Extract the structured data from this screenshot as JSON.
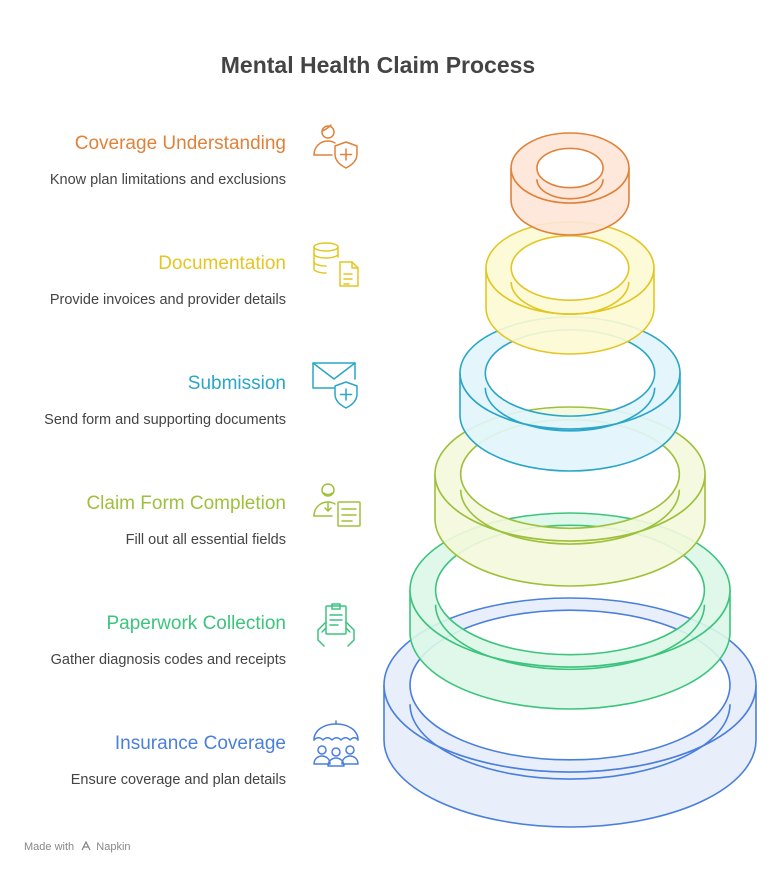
{
  "title": "Mental Health Claim Process",
  "steps": [
    {
      "title": "Coverage Understanding",
      "description": "Know plan limitations and exclusions",
      "icon": "user-shield-icon",
      "stroke": "#e0823a",
      "fill": "#fde6d7"
    },
    {
      "title": "Documentation",
      "description": "Provide invoices and provider details",
      "icon": "database-document-icon",
      "stroke": "#e3c623",
      "fill": "#fdf9d3"
    },
    {
      "title": "Submission",
      "description": "Send form and supporting documents",
      "icon": "envelope-shield-icon",
      "stroke": "#2aa6c9",
      "fill": "#e1f5fb"
    },
    {
      "title": "Claim Form Completion",
      "description": "Fill out all essential fields",
      "icon": "user-form-icon",
      "stroke": "#9fc03c",
      "fill": "#f3f8dc"
    },
    {
      "title": "Paperwork Collection",
      "description": "Gather diagnosis codes and receipts",
      "icon": "clipboard-hands-icon",
      "stroke": "#3cc47e",
      "fill": "#dcf7e8"
    },
    {
      "title": "Insurance Coverage",
      "description": "Ensure coverage and plan details",
      "icon": "umbrella-people-icon",
      "stroke": "#4a7fdc",
      "fill": "#e5edfb"
    }
  ],
  "footer": {
    "made_with": "Made with",
    "brand": "Napkin"
  }
}
